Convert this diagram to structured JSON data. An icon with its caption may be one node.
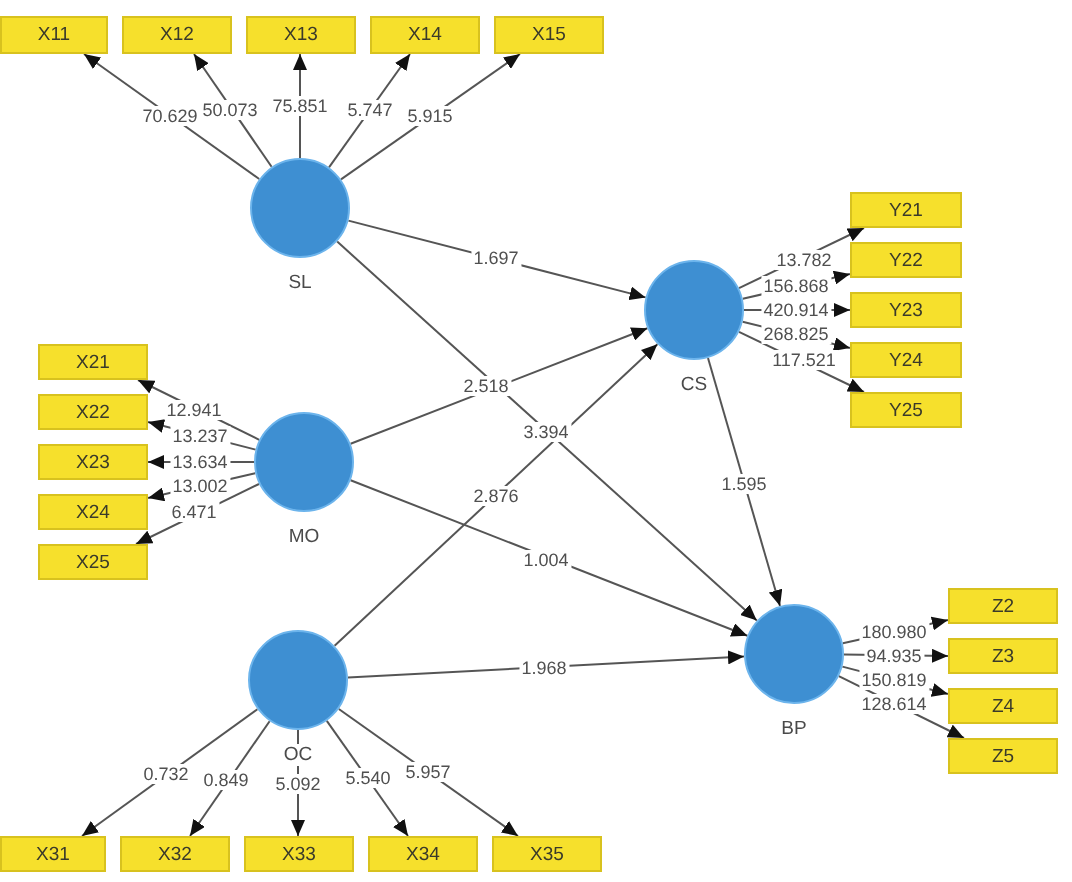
{
  "diagram": {
    "nodes": [
      {
        "text": [
          "X11"
        ]
      },
      {
        "text": [
          "X12"
        ]
      },
      {
        "text": [
          "X13"
        ]
      },
      {
        "text": [
          "X14"
        ]
      },
      {
        "text": [
          "X15"
        ]
      },
      {
        "text": [
          "SL"
        ]
      },
      {
        "text": [
          "Y21"
        ]
      },
      {
        "text": [
          "Y22"
        ]
      },
      {
        "text": [
          "Y23"
        ]
      },
      {
        "text": [
          "Y24"
        ]
      },
      {
        "text": [
          "Y25"
        ]
      },
      {
        "text": [
          "CS"
        ]
      },
      {
        "text": [
          "X21"
        ]
      },
      {
        "text": [
          "X22"
        ]
      },
      {
        "text": [
          "X23"
        ]
      },
      {
        "text": [
          "X24"
        ]
      },
      {
        "text": [
          "X25"
        ]
      },
      {
        "text": [
          "MO"
        ]
      },
      {
        "text": [
          "Z2"
        ]
      },
      {
        "text": [
          "Z3"
        ]
      },
      {
        "text": [
          "Z4"
        ]
      },
      {
        "text": [
          "Z5"
        ]
      },
      {
        "text": [
          "BP"
        ]
      },
      {
        "text": [
          "OC"
        ]
      },
      {
        "text": [
          "X31"
        ]
      },
      {
        "text": [
          "X32"
        ]
      },
      {
        "text": [
          "X33"
        ]
      },
      {
        "text": [
          "X34"
        ]
      },
      {
        "text": [
          "X35"
        ]
      }
    ],
    "edges": [
      {
        "from": 5,
        "to": 0,
        "arrow": "to",
        "label": "70.629"
      },
      {
        "from": 5,
        "to": 1,
        "arrow": "to",
        "label": "50.073"
      },
      {
        "from": 5,
        "to": 2,
        "arrow": "to",
        "label": "75.851"
      },
      {
        "from": 5,
        "to": 3,
        "arrow": "to",
        "label": "5.747"
      },
      {
        "from": 5,
        "to": 4,
        "arrow": "to",
        "label": "5.915"
      },
      {
        "from": 11,
        "to": 6,
        "arrow": "to",
        "label": "13.782"
      },
      {
        "from": 11,
        "to": 7,
        "arrow": "to",
        "label": "156.868"
      },
      {
        "from": 11,
        "to": 8,
        "arrow": "to",
        "label": "420.914"
      },
      {
        "from": 11,
        "to": 9,
        "arrow": "to",
        "label": "268.825"
      },
      {
        "from": 11,
        "to": 10,
        "arrow": "to",
        "label": "117.521"
      },
      {
        "from": 17,
        "to": 12,
        "arrow": "to",
        "label": "12.941"
      },
      {
        "from": 17,
        "to": 13,
        "arrow": "to",
        "label": "13.237"
      },
      {
        "from": 17,
        "to": 14,
        "arrow": "to",
        "label": "13.634"
      },
      {
        "from": 17,
        "to": 15,
        "arrow": "to",
        "label": "13.002"
      },
      {
        "from": 17,
        "to": 16,
        "arrow": "to",
        "label": "6.471"
      },
      {
        "from": 22,
        "to": 18,
        "arrow": "to",
        "label": "180.980"
      },
      {
        "from": 22,
        "to": 19,
        "arrow": "to",
        "label": "94.935"
      },
      {
        "from": 22,
        "to": 20,
        "arrow": "to",
        "label": "150.819"
      },
      {
        "from": 22,
        "to": 21,
        "arrow": "to",
        "label": "128.614"
      },
      {
        "from": 23,
        "to": 24,
        "arrow": "to",
        "label": "0.732"
      },
      {
        "from": 23,
        "to": 25,
        "arrow": "to",
        "label": "0.849"
      },
      {
        "from": 23,
        "to": 26,
        "arrow": "to",
        "label": "5.092"
      },
      {
        "from": 23,
        "to": 27,
        "arrow": "to",
        "label": "5.540"
      },
      {
        "from": 23,
        "to": 28,
        "arrow": "to",
        "label": "5.957"
      },
      {
        "from": 5,
        "to": 11,
        "arrow": "to",
        "label": "1.697"
      },
      {
        "from": 5,
        "to": 22,
        "arrow": "to",
        "label": "3.394"
      },
      {
        "from": 17,
        "to": 11,
        "arrow": "to",
        "label": "2.518"
      },
      {
        "from": 17,
        "to": 22,
        "arrow": "to",
        "label": "1.004"
      },
      {
        "from": 23,
        "to": 11,
        "arrow": "to",
        "label": "2.876"
      },
      {
        "from": 23,
        "to": 22,
        "arrow": "to",
        "label": "1.968"
      },
      {
        "from": 11,
        "to": 22,
        "arrow": "to",
        "label": "1.595"
      }
    ]
  }
}
